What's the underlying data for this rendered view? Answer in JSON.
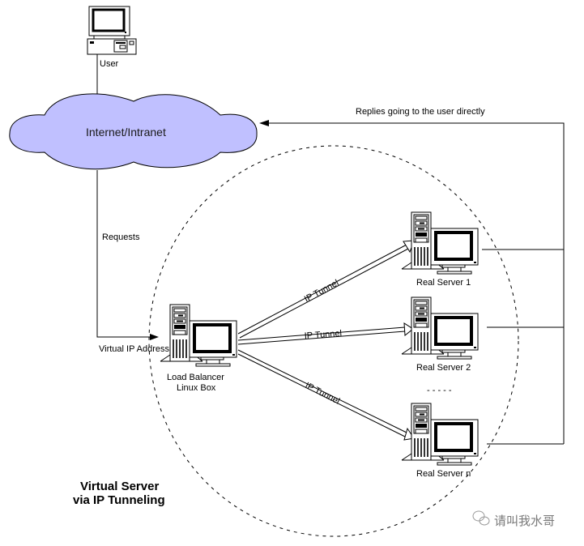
{
  "diagram": {
    "title_line1": "Virtual Server",
    "title_line2": "via IP Tunneling",
    "cloud_label": "Internet/Intranet",
    "cloud_color": "#c0c0ff",
    "user": {
      "label": "User",
      "icon": "desktop-computer-icon"
    },
    "load_balancer": {
      "label_line1": "Load Balancer",
      "label_line2": "Linux Box",
      "icon": "server-tower-with-monitor-icon"
    },
    "virtual_ip_label": "Virtual IP Address",
    "requests_label": "Requests",
    "replies_label": "Replies going to the user directly",
    "tunnel_label": "IP Tunnel",
    "real_servers": [
      {
        "label": "Real Server 1"
      },
      {
        "label": "Real Server 2"
      },
      {
        "label": "Real Server n"
      }
    ],
    "ellipsis": "- - - - -",
    "watermark": "请叫我水哥"
  }
}
